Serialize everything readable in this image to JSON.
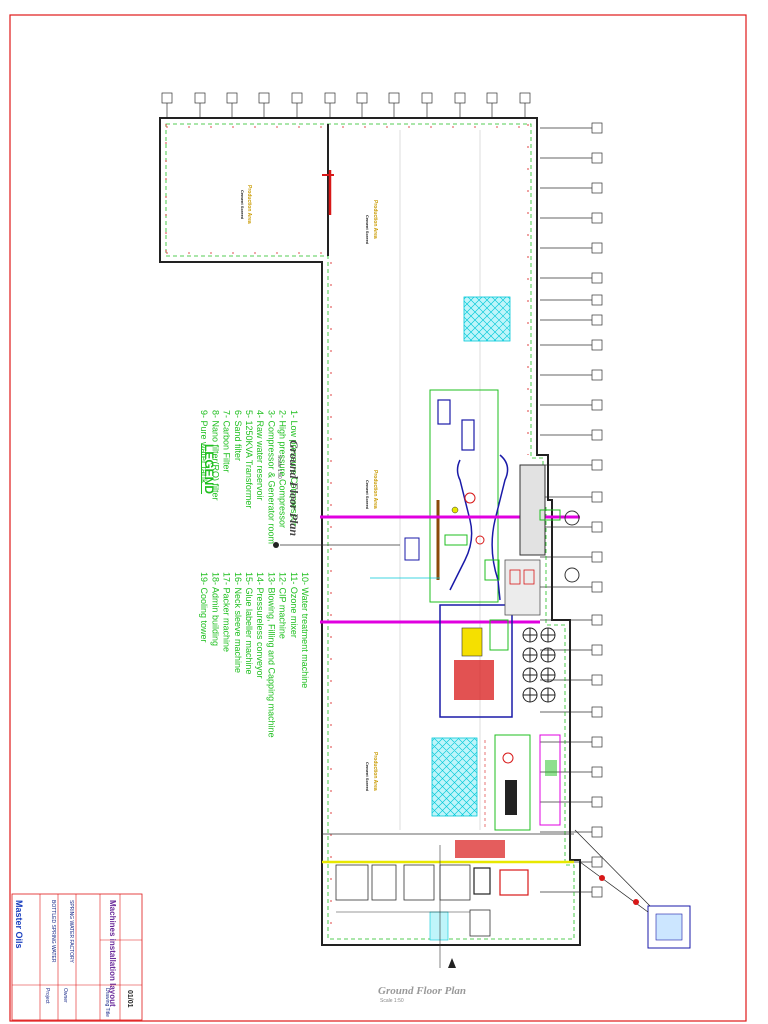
{
  "sheet": {
    "floor_plan_title": "Ground Floor Plan",
    "floor_plan_scale": "Scale 1:50",
    "bottom_title": "Ground Floor Plan",
    "bottom_scale": "Scale 1:50"
  },
  "legend": {
    "title": "LEGEND",
    "column_one": [
      "1- Low pressure Compressor",
      "2- High pressure Compressor",
      "3- Compressor & Generator room",
      "4- Raw water reservoir",
      "5- 1250KVA Transformer",
      "6- Sand filter",
      "7- Carbon Filter",
      "8- Nano filter(RO) filter",
      "9- Pure water tank"
    ],
    "column_two": [
      "10- Water treatment machine",
      "11- Ozone mixer",
      "12- CIP machine",
      "13- Blowing, Filling and Capping machine",
      "14- Pressureless conveyor",
      "15- Glue labeller machine",
      "16- Neck sleeve machine",
      "17- Packer machine",
      "18- Admin building",
      "19- Cooling tower"
    ]
  },
  "areas": {
    "top_left_label": "Production Area",
    "top_left_sub": "Cement Screed",
    "upper_label": "Production Area",
    "upper_sub": "Cement Screed",
    "middle_label": "Production Area",
    "middle_sub": "Cement Screed",
    "lower_label": "Production Area",
    "lower_sub": "Cement Screed"
  },
  "title_block": {
    "company": "Master Oils",
    "project_label": "Project",
    "project_name": "BOTTLED SPRING WATER",
    "owner_label": "Owner",
    "owner_name": "SPRING WATER FACTORY",
    "drawing_title_label": "Drawing Title",
    "drawing_title": "Machines installation layout",
    "sheet_number": "01/01"
  },
  "colors": {
    "border": "#e01818",
    "wall": "#222222",
    "legend_text": "#1fbf1f",
    "pipe": "#e000e0",
    "cyan_area": "#00c8d8",
    "machine_blue": "#1a1aa8",
    "machine_green": "#1fbf1f",
    "machine_red": "#d81818"
  }
}
